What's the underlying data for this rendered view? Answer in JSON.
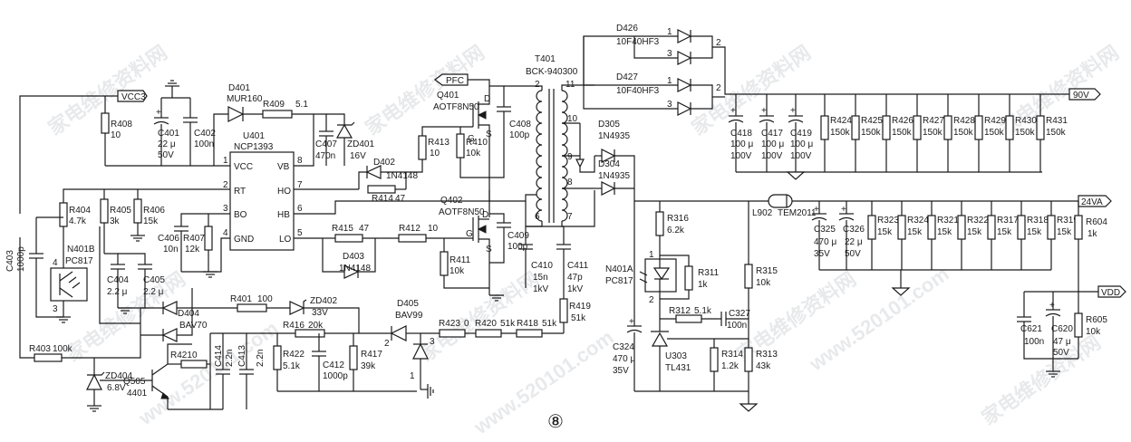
{
  "diagram_number": "⑧",
  "watermarks": [
    "家电维修资料网",
    "www.520101.com"
  ],
  "ic": {
    "ref": "U401",
    "part": "NCP1393",
    "pins": {
      "vcc": "VCC",
      "vb": "VB",
      "rt": "RT",
      "ho": "HO",
      "bo": "BO",
      "hb": "HB",
      "gnd": "GND",
      "lo": "LO"
    },
    "pin_numbers": {
      "p1": "1",
      "p2": "2",
      "p3": "3",
      "p4": "4",
      "p5": "5",
      "p6": "6",
      "p7": "7",
      "p8": "8"
    }
  },
  "transformer": {
    "ref": "T401",
    "part": "BCK-940300",
    "pins": {
      "p2": "2",
      "p11": "11",
      "p10": "10",
      "p9": "9",
      "p8": "8",
      "p6": "6",
      "p7": "7"
    }
  },
  "nets": {
    "vcc3": "VCC3",
    "pfc": "PFC",
    "v90": "90V",
    "v24": "24VA",
    "vdd": "VDD"
  },
  "resistors": {
    "r408": {
      "ref": "R408",
      "value": "10"
    },
    "r409": {
      "ref": "R409",
      "value": "5.1"
    },
    "r404": {
      "ref": "R404",
      "value": "4.7k"
    },
    "r405": {
      "ref": "R405",
      "value": "3k"
    },
    "r406": {
      "ref": "R406",
      "value": "15k"
    },
    "r407": {
      "ref": "R407",
      "value": "12k"
    },
    "r413": {
      "ref": "R413",
      "value": "10"
    },
    "r410": {
      "ref": "R410",
      "value": "10k"
    },
    "r414": {
      "ref": "R414",
      "value": "47"
    },
    "r415": {
      "ref": "R415",
      "value": "47"
    },
    "r412": {
      "ref": "R412",
      "value": "10"
    },
    "r411": {
      "ref": "R411",
      "value": "10k"
    },
    "r401": {
      "ref": "R401",
      "value": "100"
    },
    "r416": {
      "ref": "R416",
      "value": "20k"
    },
    "r421": {
      "ref": "R421",
      "value": "0"
    },
    "r422": {
      "ref": "R422",
      "value": "5.1k"
    },
    "r417": {
      "ref": "R417",
      "value": "39k"
    },
    "r403": {
      "ref": "R403",
      "value": "100k"
    },
    "r423": {
      "ref": "R423",
      "value": "0"
    },
    "r420": {
      "ref": "R420",
      "value": "51k"
    },
    "r418": {
      "ref": "R418",
      "value": "51k"
    },
    "r419": {
      "ref": "R419",
      "value": "51k"
    },
    "r316": {
      "ref": "R316",
      "value": "6.2k"
    },
    "r311": {
      "ref": "R311",
      "value": "1k"
    },
    "r312": {
      "ref": "R312",
      "value": "5.1k"
    },
    "r314": {
      "ref": "R314",
      "value": "1.2k"
    },
    "r313": {
      "ref": "R313",
      "value": "43k"
    },
    "r315": {
      "ref": "R315",
      "value": "10k"
    },
    "r605": {
      "ref": "R605",
      "value": "10k"
    },
    "r604": {
      "ref": "R604",
      "value": "1k"
    }
  },
  "r90": [
    {
      "ref": "R424",
      "value": "150k"
    },
    {
      "ref": "R425",
      "value": "150k"
    },
    {
      "ref": "R426",
      "value": "150k"
    },
    {
      "ref": "R427",
      "value": "150k"
    },
    {
      "ref": "R428",
      "value": "150k"
    },
    {
      "ref": "R429",
      "value": "150k"
    },
    {
      "ref": "R430",
      "value": "150k"
    },
    {
      "ref": "R431",
      "value": "150k"
    }
  ],
  "r24": [
    {
      "ref": "R323",
      "value": "15k"
    },
    {
      "ref": "R324",
      "value": "15k"
    },
    {
      "ref": "R321",
      "value": "15k"
    },
    {
      "ref": "R322",
      "value": "15k"
    },
    {
      "ref": "R317",
      "value": "15k"
    },
    {
      "ref": "R318",
      "value": "15k"
    },
    {
      "ref": "R319",
      "value": "15k"
    }
  ],
  "caps": {
    "c401": {
      "ref": "C401",
      "value": "22 μ",
      "voltage": "50V"
    },
    "c402": {
      "ref": "C402",
      "value": "100n"
    },
    "c407": {
      "ref": "C407",
      "value": "470n"
    },
    "c408": {
      "ref": "C408",
      "value": "100p"
    },
    "c406": {
      "ref": "C406",
      "value": "10n"
    },
    "c403": {
      "ref": "C403",
      "value": "1000p"
    },
    "c404": {
      "ref": "C404",
      "value": "2.2 μ"
    },
    "c405": {
      "ref": "C405",
      "value": "2.2 μ"
    },
    "c409": {
      "ref": "C409",
      "value": "100p"
    },
    "c410": {
      "ref": "C410",
      "value": "15n",
      "voltage": "1kV"
    },
    "c411": {
      "ref": "C411",
      "value": "47p",
      "voltage": "1kV"
    },
    "c414": {
      "ref": "C414",
      "value": "2.2n"
    },
    "c413": {
      "ref": "C413",
      "value": "2.2n"
    },
    "c412": {
      "ref": "C412",
      "value": "1000p"
    },
    "c418": {
      "ref": "C418",
      "value": "100 μ",
      "voltage": "100V"
    },
    "c417": {
      "ref": "C417",
      "value": "100 μ",
      "voltage": "100V"
    },
    "c419": {
      "ref": "C419",
      "value": "100 μ",
      "voltage": "100V"
    },
    "c325": {
      "ref": "C325",
      "value": "470 μ",
      "voltage": "35V"
    },
    "c326": {
      "ref": "C326",
      "value": "22 μ",
      "voltage": "50V"
    },
    "c327": {
      "ref": "C327",
      "value": "100n"
    },
    "c324": {
      "ref": "C324",
      "value": "470 μ",
      "voltage": "35V"
    },
    "c621": {
      "ref": "C621",
      "value": "100n"
    },
    "c620": {
      "ref": "C620",
      "value": "47 μ",
      "voltage": "50V"
    }
  },
  "diodes": {
    "d401": {
      "ref": "D401",
      "part": "MUR160"
    },
    "zd401": {
      "ref": "ZD401",
      "part": "16V"
    },
    "d402": {
      "ref": "D402",
      "part": "1N4148"
    },
    "d403": {
      "ref": "D403",
      "part": "1N4148"
    },
    "d404": {
      "ref": "D404",
      "part": "BAV70"
    },
    "zd402": {
      "ref": "ZD402",
      "part": "33V"
    },
    "d405": {
      "ref": "D405",
      "part": "BAV99"
    },
    "zd404": {
      "ref": "ZD404",
      "part": "6.8V"
    },
    "d426": {
      "ref": "D426",
      "part": "10F40HF3"
    },
    "d427": {
      "ref": "D427",
      "part": "10F40HF3"
    },
    "d305": {
      "ref": "D305",
      "part": "1N4935"
    },
    "d304": {
      "ref": "D304",
      "part": "1N4935"
    }
  },
  "pin_labels": {
    "n1": "1",
    "n2": "2",
    "n3": "3"
  },
  "transistors": {
    "q401": {
      "ref": "Q401",
      "part": "AOTF8N50"
    },
    "q402": {
      "ref": "Q402",
      "part": "AOTF8N50"
    },
    "q505": {
      "ref": "Q505",
      "part": "4401"
    }
  },
  "fet_pins": {
    "d": "D",
    "g": "G",
    "s": "S"
  },
  "opto": {
    "n401b": {
      "ref": "N401B",
      "part": "PC817"
    },
    "n401a": {
      "ref": "N401A",
      "part": "PC817"
    }
  },
  "ic_shunt": {
    "ref": "U303",
    "part": "TL431"
  },
  "inductor": {
    "ref": "L902",
    "part": "TEM2011"
  }
}
